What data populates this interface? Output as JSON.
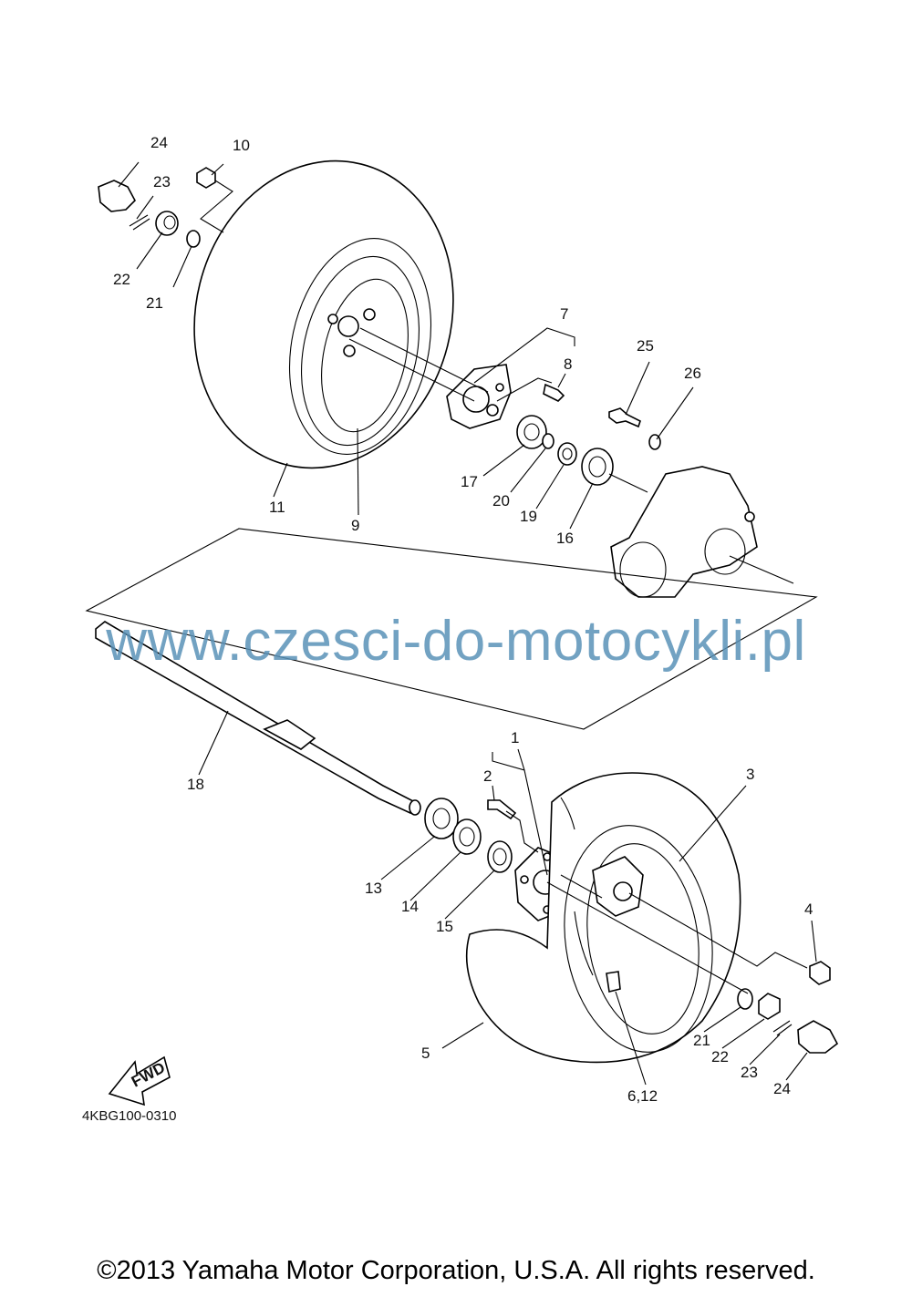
{
  "diagram": {
    "labels_upper": [
      "24",
      "10",
      "23",
      "22",
      "21",
      "7",
      "8",
      "25",
      "26",
      "17",
      "20",
      "19",
      "16",
      "11",
      "9"
    ],
    "labels_lower": [
      "1",
      "2",
      "3",
      "18",
      "13",
      "14",
      "15",
      "4",
      "21",
      "22",
      "23",
      "24",
      "5",
      "6,12"
    ],
    "fwd_label": "FWD",
    "doc_code": "4KBG100-0310"
  },
  "watermark": "www.czesci-do-motocykli.pl",
  "copyright": "©2013 Yamaha Motor Corporation, U.S.A. All rights reserved."
}
